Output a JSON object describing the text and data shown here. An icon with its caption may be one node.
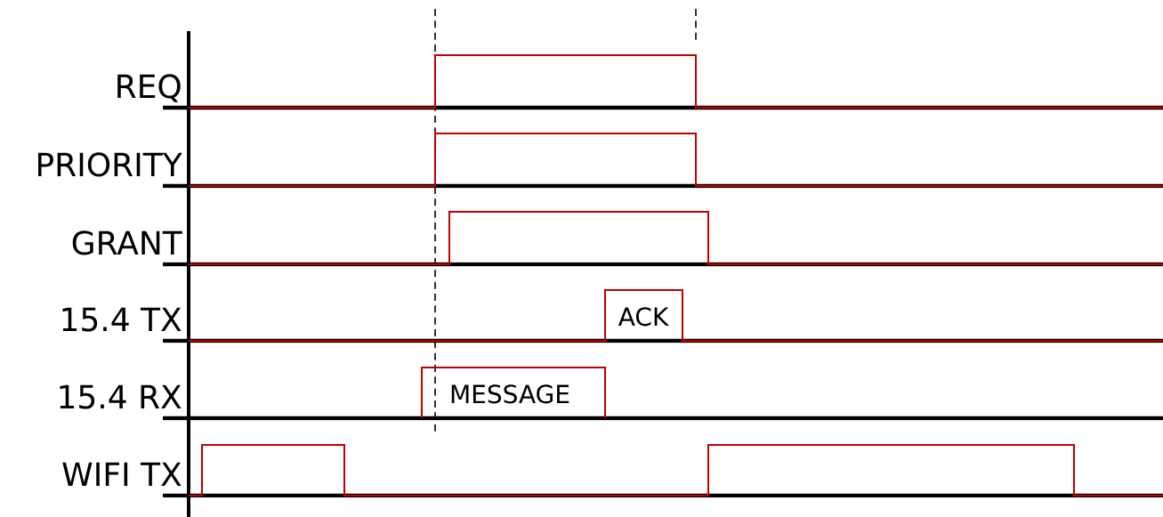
{
  "diagram": {
    "labels": [
      "REQ",
      "PRIORITY",
      "GRANT",
      "15.4 TX",
      "15.4 RX",
      "WIFI TX",
      "ACK",
      "MESSAGE"
    ]
  }
}
